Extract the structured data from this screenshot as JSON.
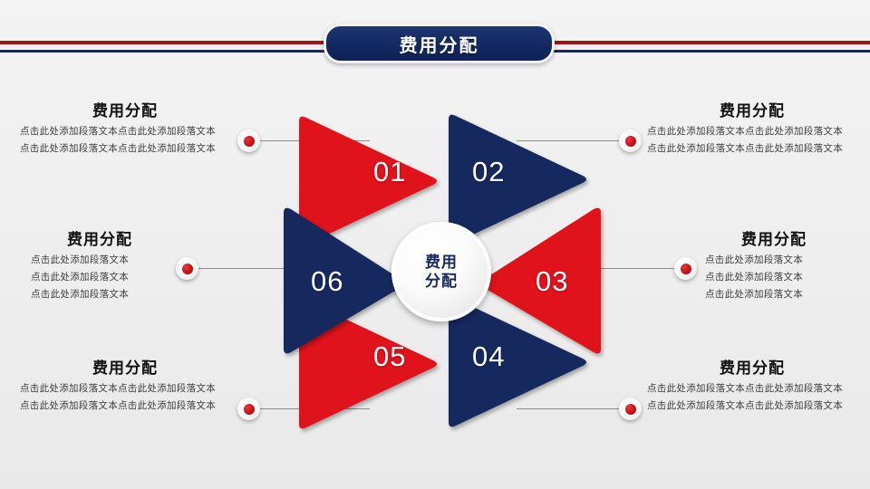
{
  "slide": {
    "title": "费用分配",
    "background_color": "#f0f0f0",
    "accent_red": "#e0121b",
    "accent_navy": "#16295f",
    "rule_red": "#a3121a",
    "rule_navy": "#16295f"
  },
  "center": {
    "line1": "费用",
    "line2": "分配"
  },
  "wedges": [
    {
      "number": "01",
      "color": "#e0121b",
      "name": "wedge-01"
    },
    {
      "number": "02",
      "color": "#16295f",
      "name": "wedge-02"
    },
    {
      "number": "03",
      "color": "#e0121b",
      "name": "wedge-03"
    },
    {
      "number": "04",
      "color": "#16295f",
      "name": "wedge-04"
    },
    {
      "number": "05",
      "color": "#e0121b",
      "name": "wedge-05"
    },
    {
      "number": "06",
      "color": "#16295f",
      "name": "wedge-06"
    }
  ],
  "blocks": [
    {
      "id": "top-left",
      "heading": "费用分配",
      "lines": [
        "点击此处添加段落文本点击此处添加段落文本",
        "点击此处添加段落文本点击此处添加段落文本"
      ]
    },
    {
      "id": "middle-left",
      "heading": "费用分配",
      "lines": [
        "点击此处添加段落文本",
        "点击此处添加段落文本",
        "点击此处添加段落文本"
      ]
    },
    {
      "id": "bottom-left",
      "heading": "费用分配",
      "lines": [
        "点击此处添加段落文本点击此处添加段落文本",
        "点击此处添加段落文本点击此处添加段落文本"
      ]
    },
    {
      "id": "top-right",
      "heading": "费用分配",
      "lines": [
        "点击此处添加段落文本点击此处添加段落文本",
        "点击此处添加段落文本点击此处添加段落文本"
      ]
    },
    {
      "id": "middle-right",
      "heading": "费用分配",
      "lines": [
        "点击此处添加段落文本",
        "点击此处添加段落文本",
        "点击此处添加段落文本"
      ]
    },
    {
      "id": "bottom-right",
      "heading": "费用分配",
      "lines": [
        "点击此处添加段落文本点击此处添加段落文本",
        "点击此处添加段落文本点击此处添加段落文本"
      ]
    }
  ]
}
